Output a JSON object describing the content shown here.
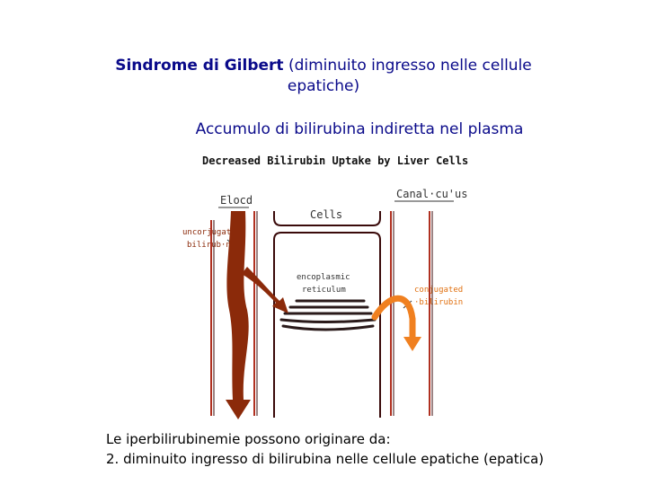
{
  "slide": {
    "title_bold": "Sindrome di Gilbert",
    "title_rest_line1": "(diminuito ingresso nelle cellule",
    "title_rest_line2": "epatiche)",
    "subtitle": "Accumulo di bilirubina indiretta nel plasma",
    "footer_line1": "Le iperbilirubinemie possono originare da:",
    "footer_line2": "2. diminuito ingresso di bilirubina nelle cellule epatiche (epatica)"
  },
  "figure": {
    "heading": "Decreased Bilirubin Uptake by Liver Cells",
    "blood_label": "Elocd",
    "canaliculus_label": "Canal·cu'us",
    "cells_label": "Cells",
    "unconjugated_line1": "uncorjugated",
    "unconjugated_line2": "bilirub·n",
    "er_line1": "encoplasmic",
    "er_line2": "reticulum",
    "conjugated_line1": "conjugated",
    "conjugated_line2": "·bilirubin",
    "colors": {
      "bilirubin_brown": "#8b2a0a",
      "conjugated_orange": "#f08020",
      "wall_dark": "#3a0a0a",
      "wall_red": "#b03020"
    }
  }
}
